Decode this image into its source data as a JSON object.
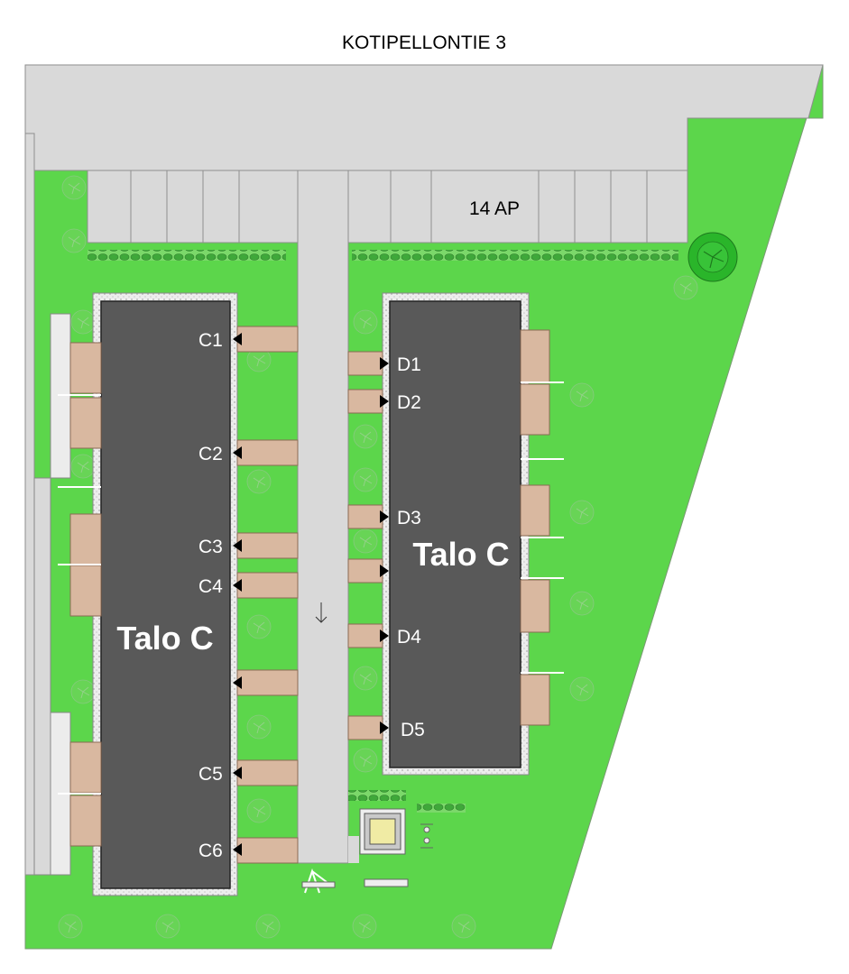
{
  "plan": {
    "title": "KOTIPELLONTIE 3",
    "parking_label": "14  AP",
    "building_left": {
      "name": "Talo C",
      "units": [
        "C1",
        "C2",
        "C3",
        "C4",
        "C5",
        "C6"
      ]
    },
    "building_right": {
      "name": "Talo C",
      "units": [
        "D1",
        "D2",
        "D3",
        "D4",
        "D5"
      ]
    }
  },
  "colors": {
    "lawn": "#5cd64b",
    "pavement": "#d9d9d9",
    "building": "#595959",
    "terrace": "#d9b8a0",
    "hedge": "#3fa83a",
    "tree": "#2ab52a"
  }
}
